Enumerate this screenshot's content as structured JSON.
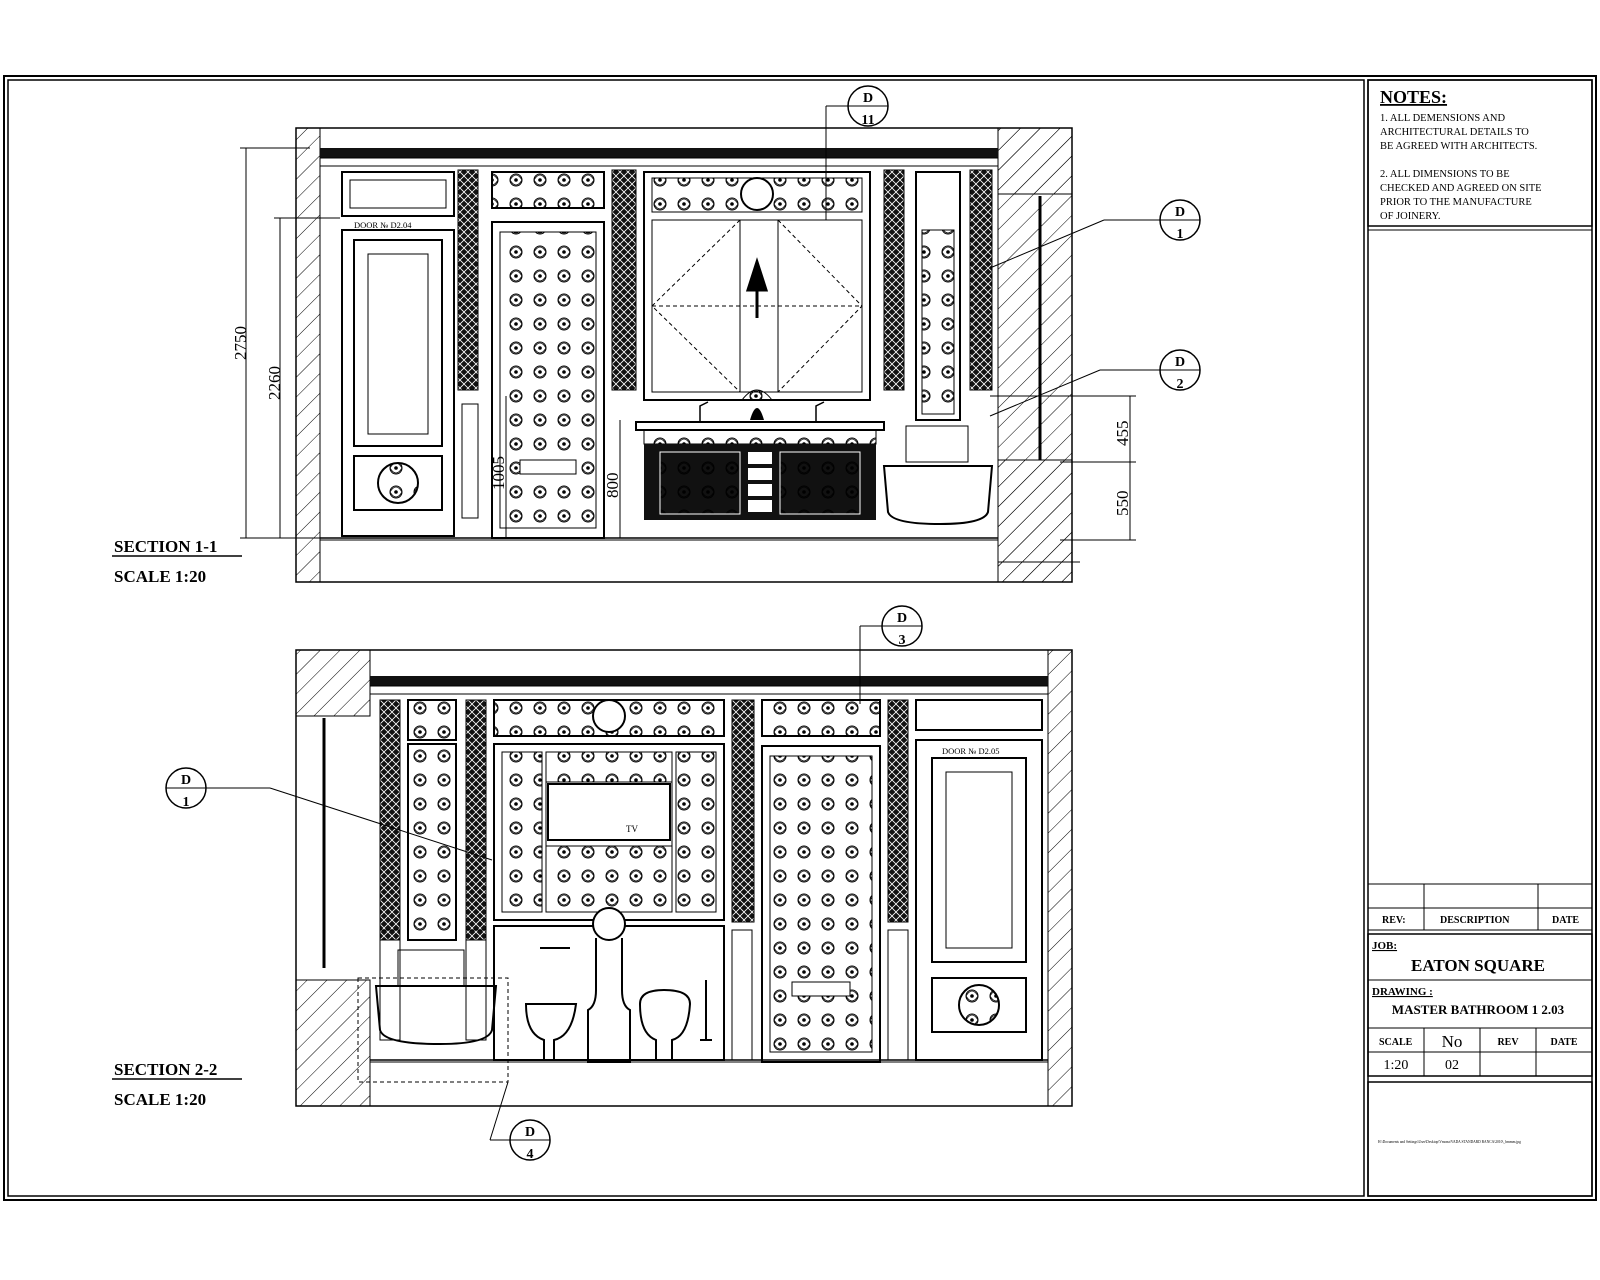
{
  "notes": {
    "title": "NOTES:",
    "lines": [
      "1. ALL DEMENSIONS AND",
      "ARCHITECTURAL DETAILS TO",
      "BE AGREED WITH ARCHITECTS.",
      "",
      "2. ALL DIMENSIONS TO BE",
      "CHECKED AND AGREED ON SITE",
      "PRIOR TO THE MANUFACTURE",
      "OF JOINERY."
    ]
  },
  "revision_table": {
    "rev": "REV:",
    "description": "DESCRIPTION",
    "date": "DATE"
  },
  "title_block": {
    "job_label": "JOB:",
    "job": "EATON SQUARE",
    "drawing_label": "DRAWING :",
    "drawing": "MASTER BATHROOM 1 2.03",
    "scale_label": "SCALE",
    "no_label": "No",
    "rev_label": "REV",
    "date_label": "DATE",
    "scale": "1:20",
    "no": "02",
    "file_path": "H:\\Documents and Settings\\User\\Desktop\\Vmona\\VADA STANDARD BANCA\\2010\\_bmmm.jpg"
  },
  "section1": {
    "title": "SECTION 1-1",
    "scale": "SCALE  1:20",
    "door_label": "DOOR № D2.04",
    "dims": [
      "2750",
      "2260",
      "1005",
      "800",
      "455",
      "550"
    ],
    "callouts": [
      {
        "top": "D",
        "bottom": "11"
      },
      {
        "top": "D",
        "bottom": "1"
      },
      {
        "top": "D",
        "bottom": "2"
      }
    ]
  },
  "section2": {
    "title": "SECTION 2-2",
    "scale": "SCALE  1:20",
    "door_label": "DOOR № D2.05",
    "tv_label": "TV",
    "callouts": [
      {
        "top": "D",
        "bottom": "3"
      },
      {
        "top": "D",
        "bottom": "1"
      },
      {
        "top": "D",
        "bottom": "4"
      }
    ]
  }
}
